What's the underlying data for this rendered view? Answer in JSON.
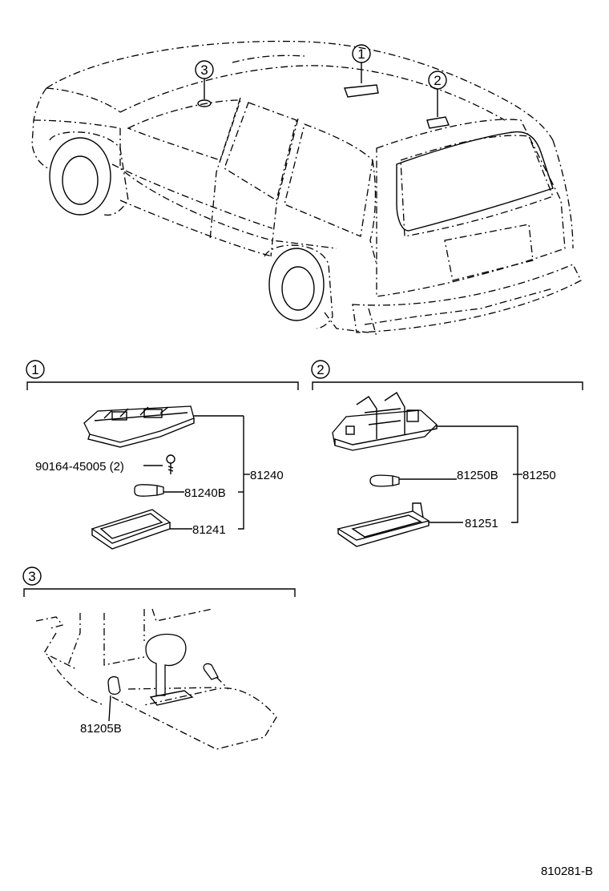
{
  "callouts": {
    "c1": "1",
    "c2": "2",
    "c3": "3"
  },
  "section1": {
    "label": "1",
    "screw_part": "90164-45005 (2)",
    "bulb_part": "81240B",
    "assembly_part": "81240",
    "lens_part": "81241"
  },
  "section2": {
    "label": "2",
    "bulb_part": "81250B",
    "assembly_part": "81250",
    "lens_part": "81251"
  },
  "section3": {
    "label": "3",
    "bulb_part": "81205B"
  },
  "figure_id": "810281-B"
}
